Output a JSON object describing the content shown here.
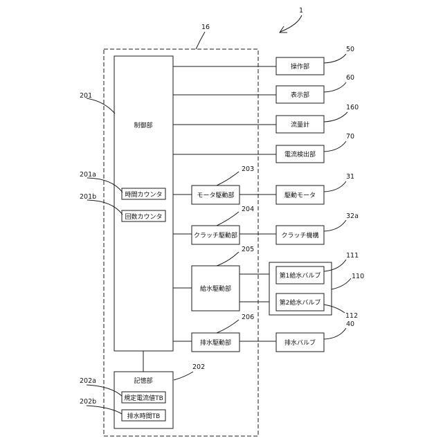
{
  "figure_ref": "1",
  "refs": {
    "outer_block": "16",
    "control": "201",
    "time_counter": "201a",
    "count_counter": "201b",
    "memory": "202",
    "memory_tb1": "202a",
    "memory_tb2": "202b",
    "motor_drive": "203",
    "clutch_drive": "204",
    "water_supply_drive": "205",
    "drain_drive": "206",
    "operation": "50",
    "display": "60",
    "flowmeter": "160",
    "current_detector": "70",
    "drive_motor": "31",
    "clutch_mechanism": "32a",
    "valve_group": "110",
    "valve1": "111",
    "valve2": "112",
    "drain_valve": "40"
  },
  "labels": {
    "control": "制御部",
    "time_counter": "時間カウンタ",
    "count_counter": "回数カウンタ",
    "memory": "記憶部",
    "memory_tb1": "規定電流値TB",
    "memory_tb2": "排水時間TB",
    "motor_drive": "モータ駆動部",
    "clutch_drive": "クラッチ駆動部",
    "water_supply_drive": "給水駆動部",
    "drain_drive": "排水駆動部",
    "operation": "操作部",
    "display": "表示部",
    "flowmeter": "流量計",
    "current_detector": "電流検出部",
    "drive_motor": "駆動モータ",
    "clutch_mechanism": "クラッチ機構",
    "valve1": "第1給水バルブ",
    "valve2": "第2給水バルブ",
    "drain_valve": "排水バルブ"
  }
}
